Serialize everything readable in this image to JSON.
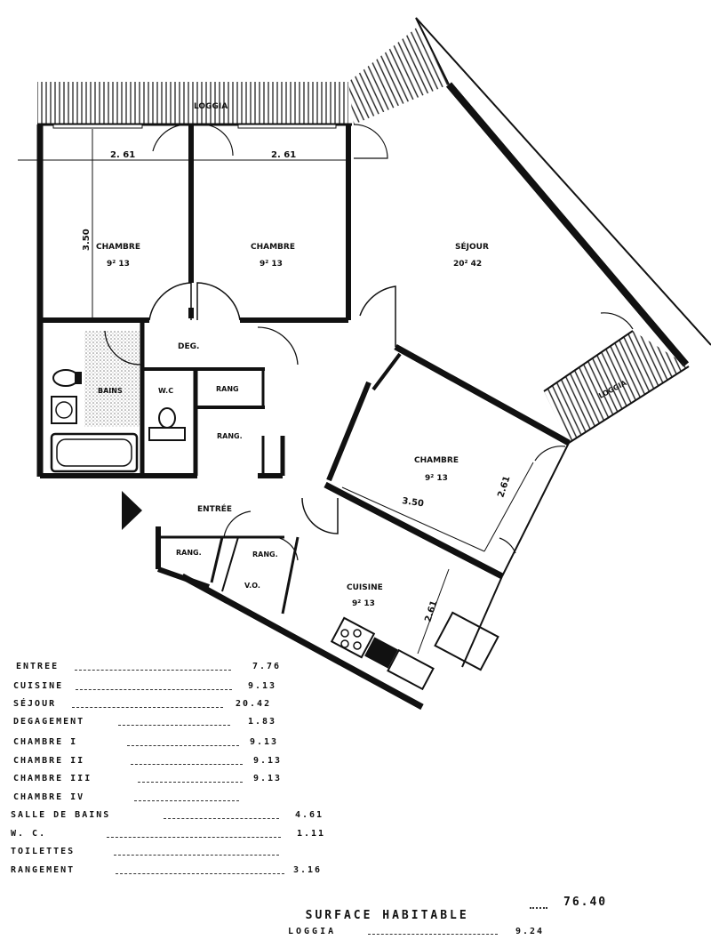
{
  "rooms": {
    "loggia_top": "LOGGIA",
    "chambre_1": "CHAMBRE",
    "chambre_1_area": "9² 13",
    "chambre_2": "CHAMBRE",
    "chambre_2_area": "9² 13",
    "sejour": "SÉJOUR",
    "sejour_area": "20² 42",
    "deg": "DEG.",
    "bains": "BAINS",
    "wc": "W.C",
    "rang_1": "RANG",
    "rang_2": "RANG.",
    "loggia_right": "LOGGIA",
    "chambre_3": "CHAMBRE",
    "chambre_3_area": "9² 13",
    "entree": "ENTRÉE",
    "rang_3": "RANG.",
    "rang_4": "RANG.",
    "vo": "V.O.",
    "cuisine": "CUISINE",
    "cuisine_area": "9² 13"
  },
  "dimensions": {
    "width_1": "2. 61",
    "width_2": "2. 61",
    "height_1": "3.50",
    "chambre3_width": "3.50",
    "chambre3_height": "2.61",
    "cuisine_depth": "2.61"
  },
  "table": [
    {
      "label": "ENTREE",
      "value": "7.76"
    },
    {
      "label": "CUISINE",
      "value": "9.13"
    },
    {
      "label": "SÉJOUR",
      "value": "20.42"
    },
    {
      "label": "DEGAGEMENT",
      "value": "1.83"
    },
    {
      "label": "CHAMBRE I",
      "value": "9.13"
    },
    {
      "label": "CHAMBRE II",
      "value": "9.13"
    },
    {
      "label": "CHAMBRE III",
      "value": "9.13"
    },
    {
      "label": "CHAMBRE IV",
      "value": ""
    },
    {
      "label": "SALLE DE BAINS",
      "value": "4.61"
    },
    {
      "label": "W. C.",
      "value": "1.11"
    },
    {
      "label": "TOILETTES",
      "value": ""
    },
    {
      "label": "RANGEMENT",
      "value": "3.16"
    }
  ],
  "summary": {
    "surface_label": "SURFACE HABITABLE",
    "surface_value": "76.40",
    "loggia_label": "LOGGIA",
    "loggia_value": "9.24"
  }
}
